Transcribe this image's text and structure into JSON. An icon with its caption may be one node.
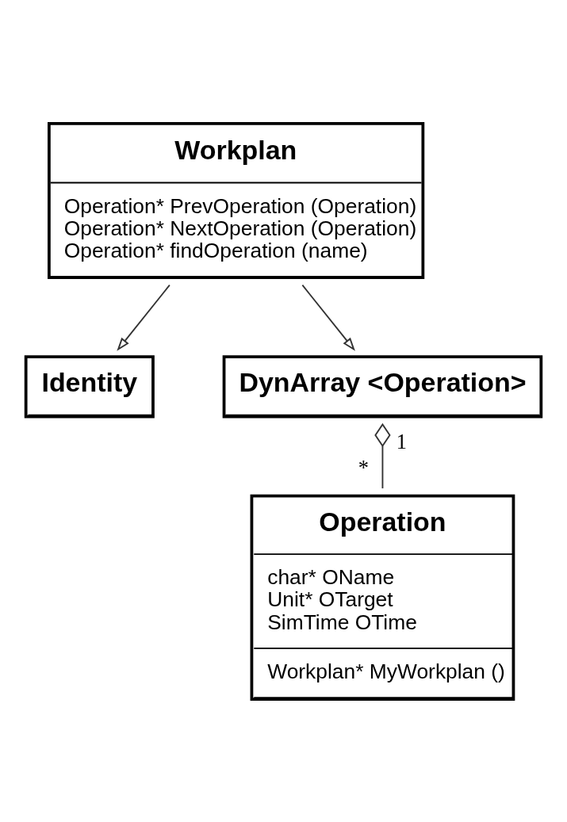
{
  "diagram": {
    "nodes": [
      {
        "text": [
          "Workplan",
          "Operation* PrevOperation (Operation)",
          "Operation* NextOperation (Operation)",
          "Operation* findOperation (name)"
        ]
      },
      {
        "text": [
          "Identity"
        ]
      },
      {
        "text": [
          "DynArray <Operation>"
        ]
      },
      {
        "text": [
          "Operation",
          "char* OName",
          "Unit* OTarget",
          "SimTime OTime",
          "Workplan* MyWorkplan ()"
        ]
      }
    ],
    "edges": [
      {
        "from": 0,
        "to": 1,
        "arrow": "to"
      },
      {
        "from": 0,
        "to": 2,
        "arrow": "to"
      },
      {
        "from": 2,
        "to": 3,
        "arrow": "other"
      }
    ],
    "labels": [
      "1",
      "*"
    ]
  }
}
